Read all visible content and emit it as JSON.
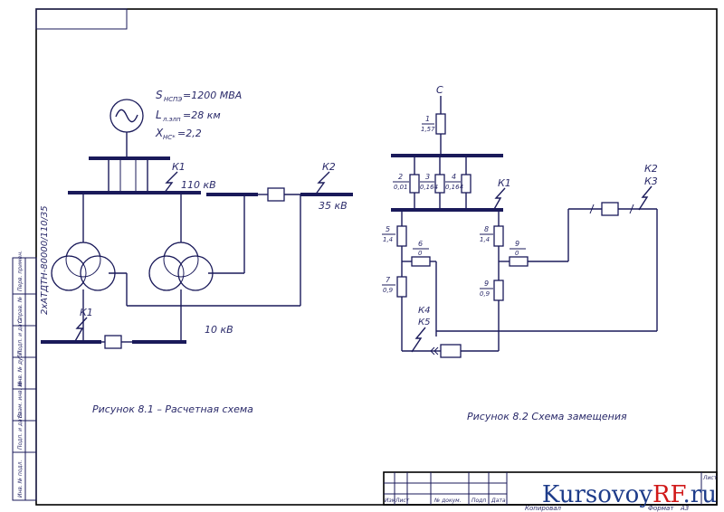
{
  "source": {
    "s": "S",
    "s_sub": "НСПЭ",
    "s_val": "=1200 МВА",
    "l": "L",
    "l_sub": "л.элп",
    "l_val": "=28 км",
    "x": "X",
    "x_sub": "НС*",
    "x_val": "=2,2"
  },
  "fig1": {
    "k1_top": "К1",
    "bus_110": "110 кВ",
    "k2": "К2",
    "bus_35": "35 кВ",
    "transformer": "2хАТДТН-80000/110/35",
    "k1_bottom": "К1",
    "bus_10": "10 кВ",
    "caption": "Рисунок 8.1 – Расчетная схема"
  },
  "fig2": {
    "node_c": "С",
    "e1_num": "1",
    "e1_val": "1,57",
    "e2_num": "2",
    "e2_val": "0,01",
    "e3_num": "3",
    "e3_val": "0,164",
    "e4_num": "4",
    "e4_val": "0,164",
    "k1": "К1",
    "k2": "К2",
    "k3": "К3",
    "e5_num": "5",
    "e5_val": "1,4",
    "e6_num": "6",
    "e6_val": "0",
    "e7_num": "7",
    "e7_val": "0,9",
    "e8_num": "8",
    "e8_val": "1,4",
    "e9_num": "9",
    "e9_val": "0",
    "e10_num": "9",
    "e10_val": "0,9",
    "k4": "К4",
    "k5": "К5",
    "caption": "Рисунок 8.2   Схема замещения"
  },
  "title_block": {
    "izm": "Изм",
    "list": "Лист",
    "doc": "№ докум.",
    "sign": "Подп",
    "date": "Дата",
    "sheet": "Лист",
    "copied": "Копировал",
    "format": "Формат",
    "format_val": "А3"
  },
  "side_stamp": [
    "Перв. примен.",
    "Справ. №",
    "Подп. и дата",
    "Инв. № дубл.",
    "Взам. инв. №",
    "Подп. и дата",
    "Инв. № подл."
  ],
  "watermark": {
    "part1": "Kursovoy",
    "part2": "RF",
    "part3": ".ru"
  }
}
